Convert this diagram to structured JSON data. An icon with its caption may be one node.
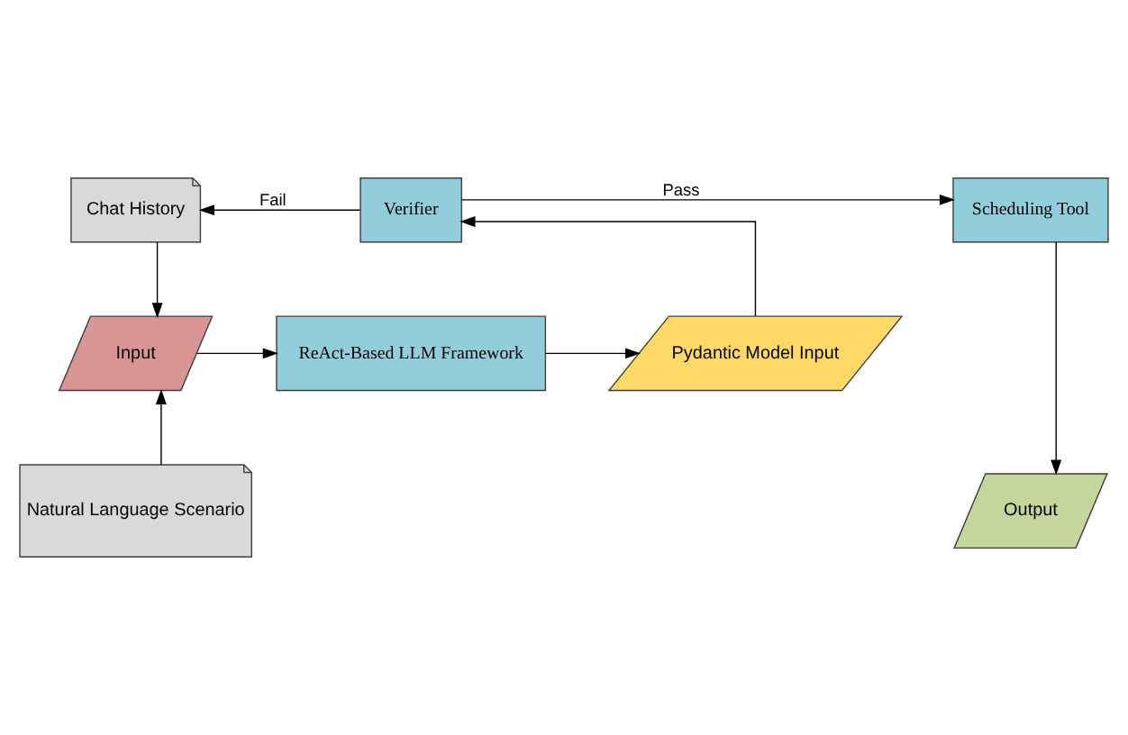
{
  "diagram": {
    "nodes": [
      {
        "text": [
          "Chat History"
        ]
      },
      {
        "text": [
          "Verifier"
        ]
      },
      {
        "text": [
          "Scheduling Tool"
        ]
      },
      {
        "text": [
          "Input"
        ]
      },
      {
        "text": [
          "ReAct-Based LLM Framework"
        ]
      },
      {
        "text": [
          "Pydantic Model Input"
        ]
      },
      {
        "text": [
          "Natural Language Scenario"
        ]
      },
      {
        "text": [
          "Output"
        ]
      }
    ],
    "edges": [
      {
        "from": 1,
        "to": 0,
        "arrow": "to",
        "label": "Fail"
      },
      {
        "from": 1,
        "to": 2,
        "arrow": "to",
        "label": "Pass"
      },
      {
        "from": 0,
        "to": 3,
        "arrow": "to"
      },
      {
        "from": 3,
        "to": 4,
        "arrow": "to"
      },
      {
        "from": 4,
        "to": 5,
        "arrow": "to"
      },
      {
        "from": 5,
        "to": 1,
        "arrow": "to"
      },
      {
        "from": 6,
        "to": 3,
        "arrow": "to"
      },
      {
        "from": 2,
        "to": 7,
        "arrow": "to"
      }
    ]
  }
}
